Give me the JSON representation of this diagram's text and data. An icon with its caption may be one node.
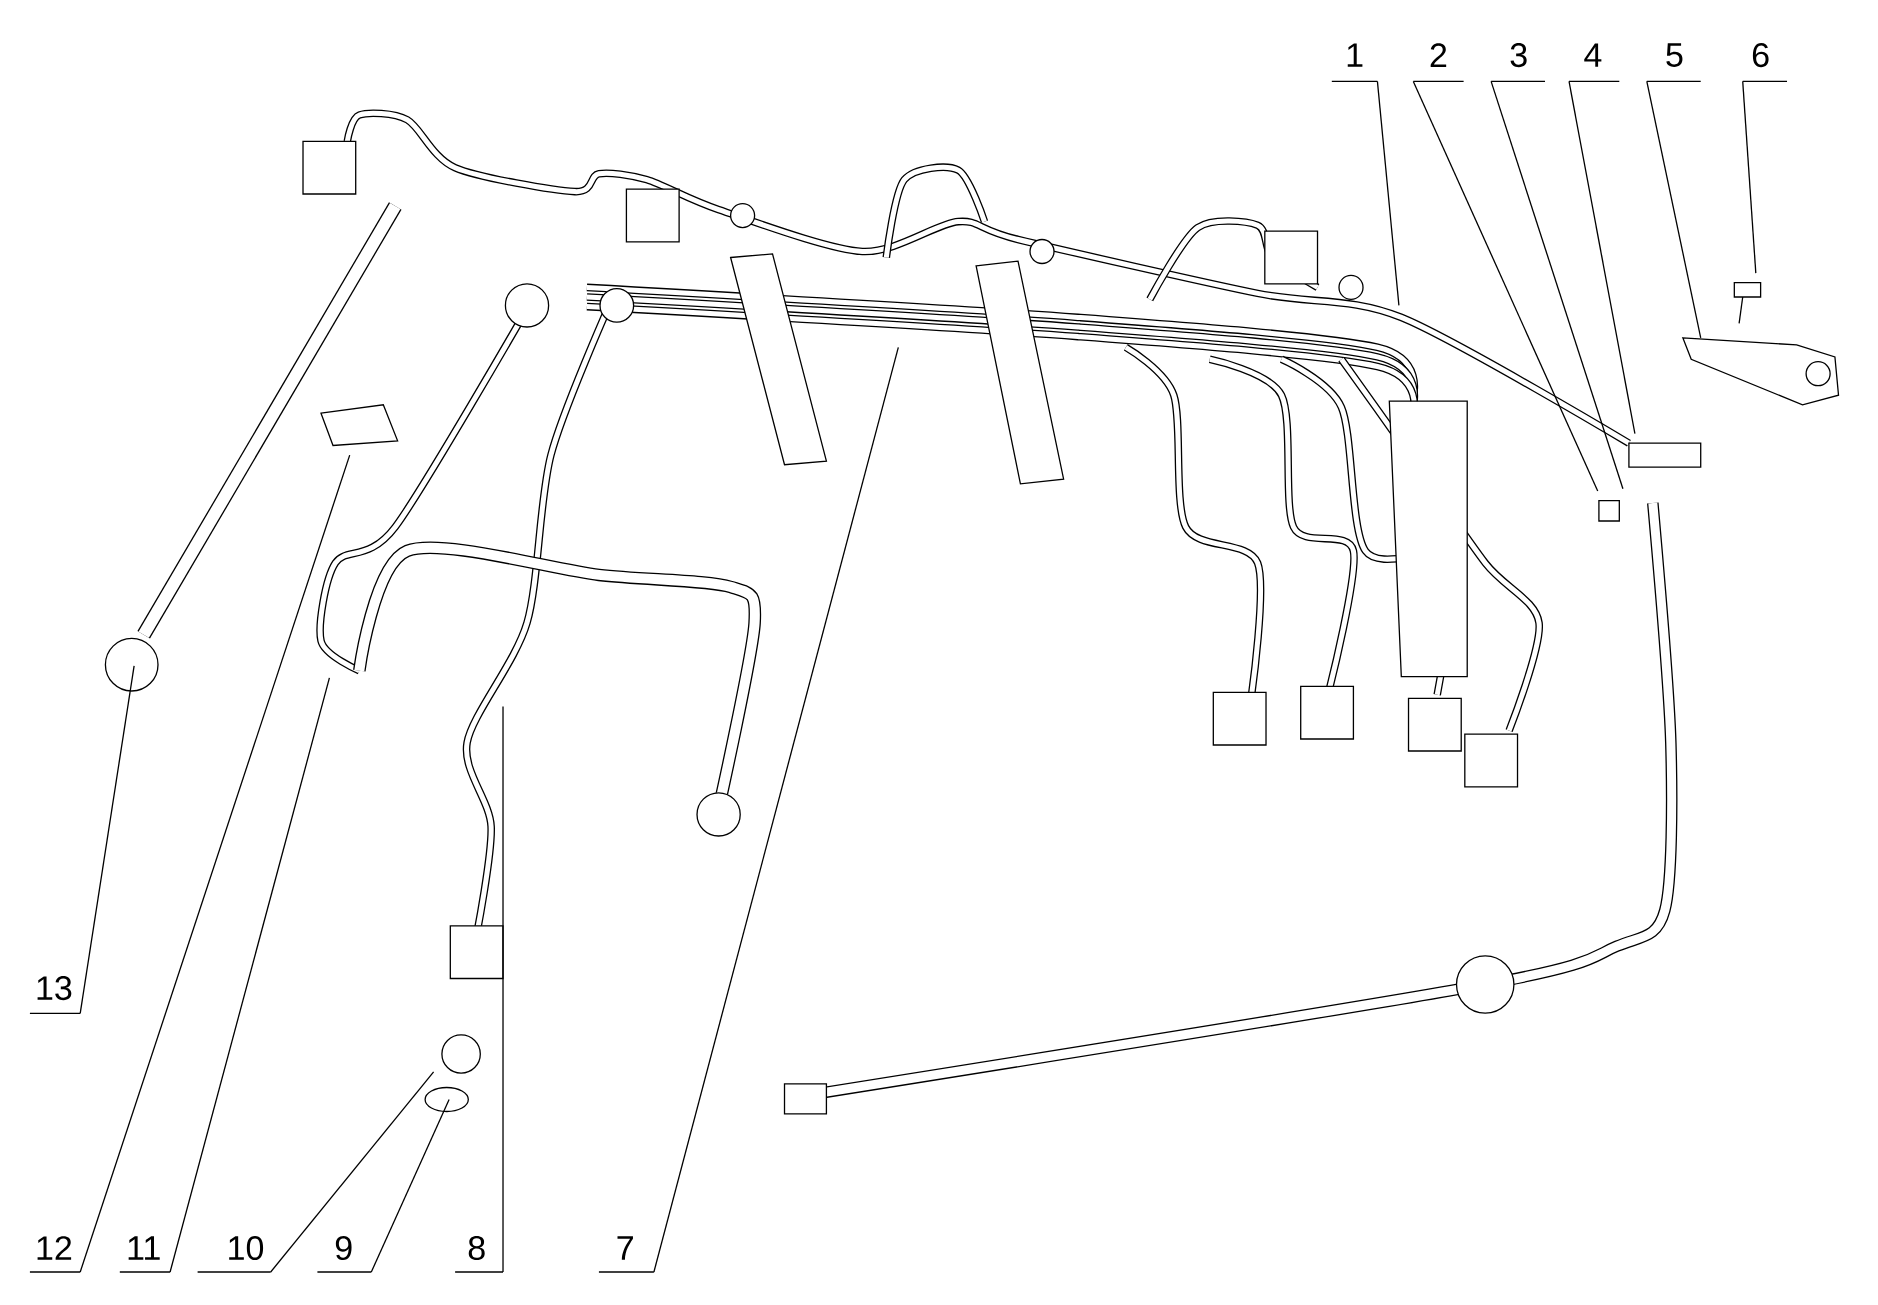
{
  "diagram": {
    "nodes": [
      {
        "text": [
          "1"
        ]
      },
      {
        "text": [
          "2"
        ]
      },
      {
        "text": [
          "3"
        ]
      },
      {
        "text": [
          "4"
        ]
      },
      {
        "text": [
          "5"
        ]
      },
      {
        "text": [
          "6"
        ]
      },
      {
        "text": [
          "13"
        ]
      },
      {
        "text": [
          "12"
        ]
      },
      {
        "text": [
          "11"
        ]
      },
      {
        "text": [
          "10"
        ]
      },
      {
        "text": [
          "9"
        ]
      },
      {
        "text": [
          "8"
        ]
      },
      {
        "text": [
          "7"
        ]
      }
    ],
    "edges": [
      {
        "from": 0,
        "to": null,
        "arrow": "none"
      },
      {
        "from": 1,
        "to": null,
        "arrow": "none"
      },
      {
        "from": 2,
        "to": null,
        "arrow": "none"
      },
      {
        "from": 3,
        "to": null,
        "arrow": "none"
      },
      {
        "from": 4,
        "to": null,
        "arrow": "none"
      },
      {
        "from": 5,
        "to": null,
        "arrow": "none"
      },
      {
        "from": 6,
        "to": null,
        "arrow": "none"
      },
      {
        "from": 7,
        "to": null,
        "arrow": "none"
      },
      {
        "from": 8,
        "to": null,
        "arrow": "none"
      },
      {
        "from": 9,
        "to": null,
        "arrow": "none"
      },
      {
        "from": 10,
        "to": null,
        "arrow": "none"
      },
      {
        "from": 11,
        "to": null,
        "arrow": "none"
      },
      {
        "from": 12,
        "to": null,
        "arrow": "none"
      }
    ]
  }
}
